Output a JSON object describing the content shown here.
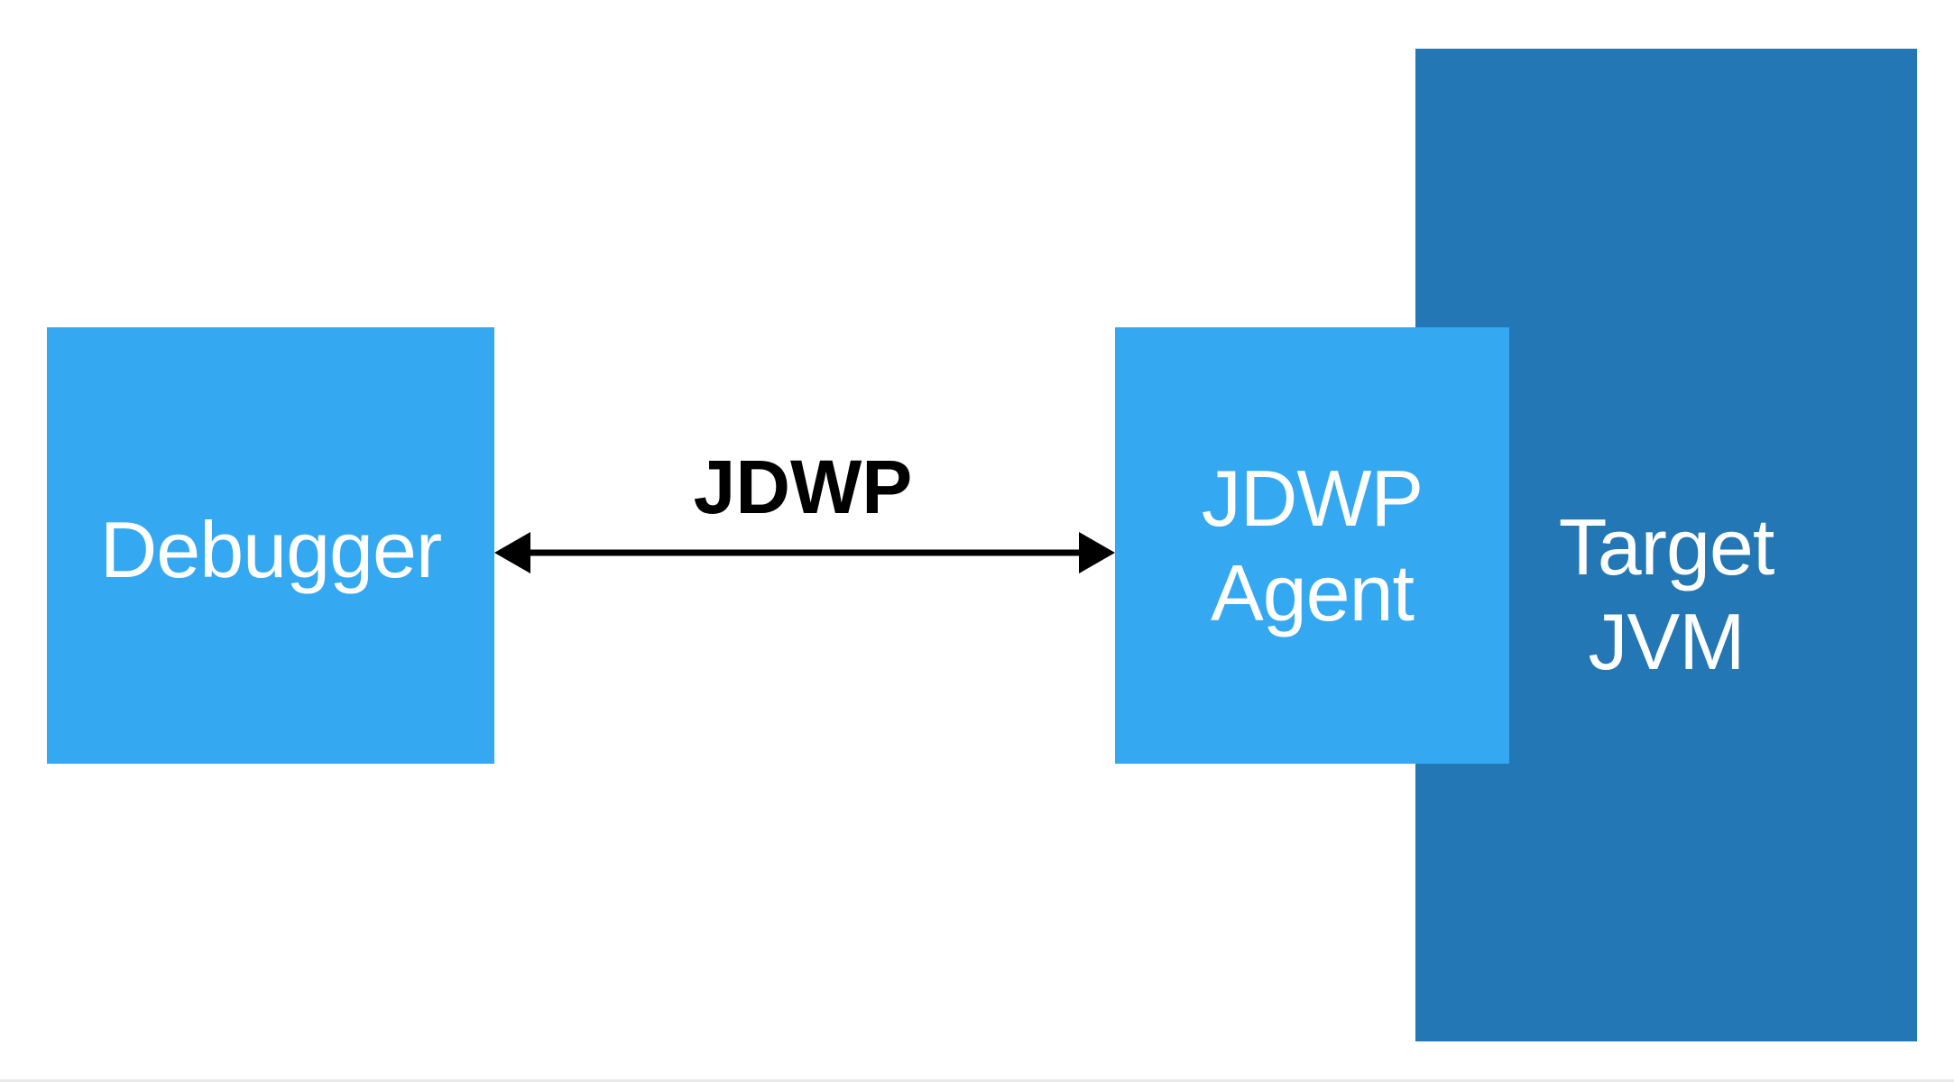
{
  "colors": {
    "light_blue": "#35a8f2",
    "dark_blue": "#2277b4",
    "arrow": "#000000",
    "text_on_box": "#ffffff"
  },
  "diagram": {
    "debugger": {
      "label": "Debugger"
    },
    "connection": {
      "label": "JDWP",
      "direction": "bidirectional"
    },
    "agent": {
      "label": "JDWP\nAgent"
    },
    "target_jvm": {
      "label": "Target\nJVM"
    }
  }
}
